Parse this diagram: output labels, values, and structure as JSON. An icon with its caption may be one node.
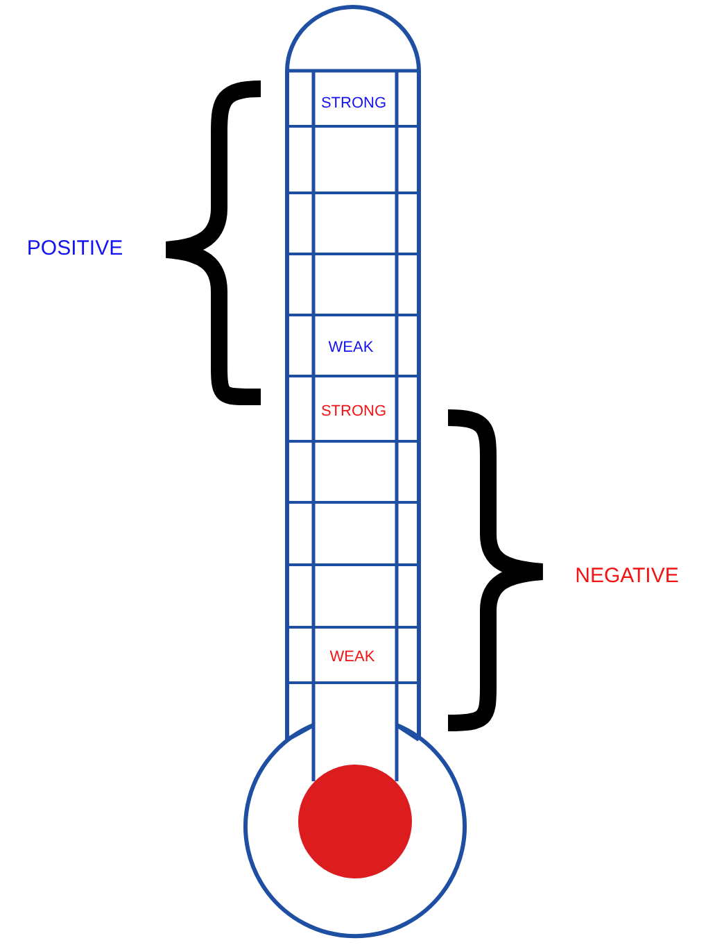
{
  "diagram": {
    "labels": [
      "STRONG",
      "POSITIVE",
      "WEAK",
      "STRONG",
      "NEGATIVE",
      "WEAK"
    ]
  }
}
